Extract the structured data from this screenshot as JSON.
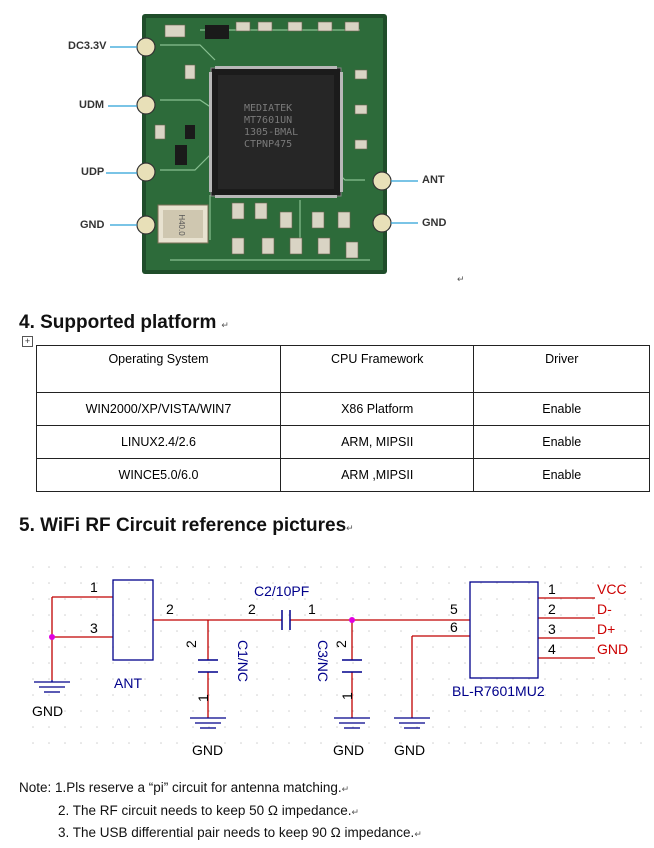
{
  "module": {
    "chip_marking": [
      "MEDIATEK",
      "MT7601UN",
      "1305-BMAL",
      "CTPNP475"
    ],
    "crystal_marking": "H40.0",
    "left_pins": [
      "DC3.3V",
      "UDM",
      "UDP",
      "GND"
    ],
    "right_pins": [
      "ANT",
      "GND"
    ]
  },
  "section4": {
    "title": "4. Supported platform",
    "headers": [
      "Operating System",
      "CPU Framework",
      "Driver"
    ],
    "rows": [
      [
        "WIN2000/XP/VISTA/WIN7",
        "X86 Platform",
        "Enable"
      ],
      [
        "LINUX2.4/2.6",
        "ARM, MIPSII",
        "Enable"
      ],
      [
        "WINCE5.0/6.0",
        "ARM ,MIPSII",
        "Enable"
      ]
    ]
  },
  "section5": {
    "title": "5. WiFi RF Circuit reference pictures"
  },
  "schematic": {
    "ant_pins": [
      "1",
      "3",
      "2"
    ],
    "ant_label": "ANT",
    "c2_label": "C2/10PF",
    "c2_pins": [
      "2",
      "1"
    ],
    "c1_label": "C1/NC",
    "c3_label": "C3/NC",
    "cap_pins": [
      "2",
      "1"
    ],
    "gnd_label": "GND",
    "module_label": "BL-R7601MU2",
    "module_left_pins": [
      "5",
      "6"
    ],
    "module_right_pins": [
      "1",
      "2",
      "3",
      "4"
    ],
    "signals": [
      "VCC",
      "D-",
      "D+",
      "GND"
    ],
    "colors": {
      "wire": "#c00000",
      "part": "#00008b",
      "signal": "#cc0000",
      "junction": "#e000e0"
    }
  },
  "notes": [
    "Note: 1.Pls reserve a “pi” circuit for antenna matching.",
    "2. The RF circuit needs to keep 50 Ω impedance.",
    "3. The USB differential pair needs to keep 90 Ω impedance."
  ]
}
